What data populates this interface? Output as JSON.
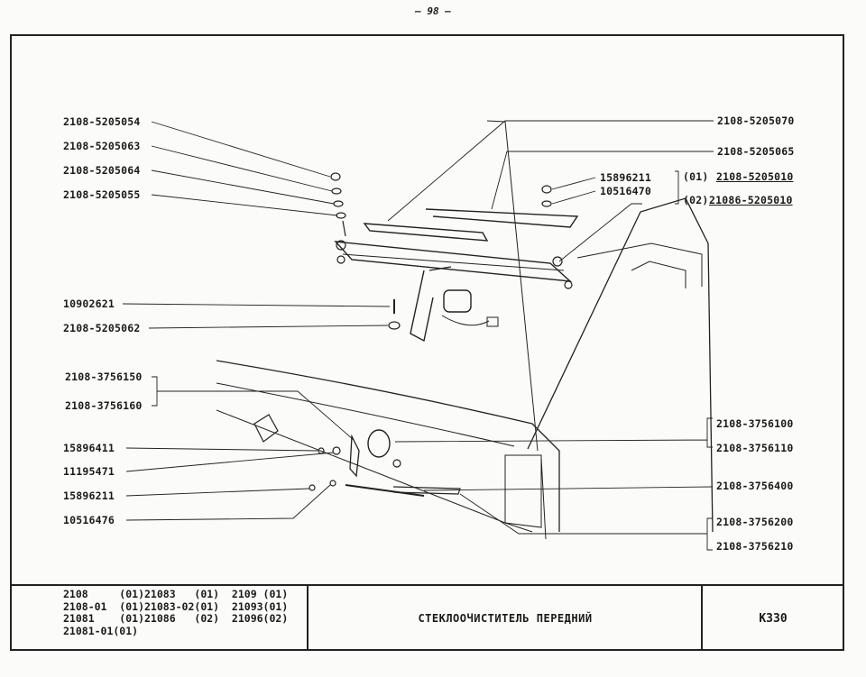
{
  "page_number": "— 98 —",
  "labels_left": [
    "2108-5205054",
    "2108-5205063",
    "2108-5205064",
    "2108-5205055",
    "10902621",
    "2108-5205062",
    "2108-3756150",
    "2108-3756160",
    "15896411",
    "11195471",
    "15896211",
    "10516476"
  ],
  "labels_right": [
    "2108-5205070",
    "2108-5205065",
    "2108-3756100",
    "2108-3756110",
    "2108-3756400",
    "2108-3756200",
    "2108-3756210"
  ],
  "labels_center": {
    "nut": "15896211",
    "washer": "10516470",
    "variant1_tag": "(01)",
    "variant1_code": "2108-5205010",
    "variant2_tag": "(02)",
    "variant2_code": "21086-5205010"
  },
  "footer": {
    "models": [
      "2108     (01)21083   (01)  2109 (01)",
      "2108-01  (01)21083-02(01)  21093(01)",
      "21081    (01)21086   (02)  21096(02)",
      "21081-01(01)"
    ],
    "title": "СТЕКЛООЧИСТИТЕЛЬ ПЕРЕДНИЙ",
    "code": "К330"
  }
}
